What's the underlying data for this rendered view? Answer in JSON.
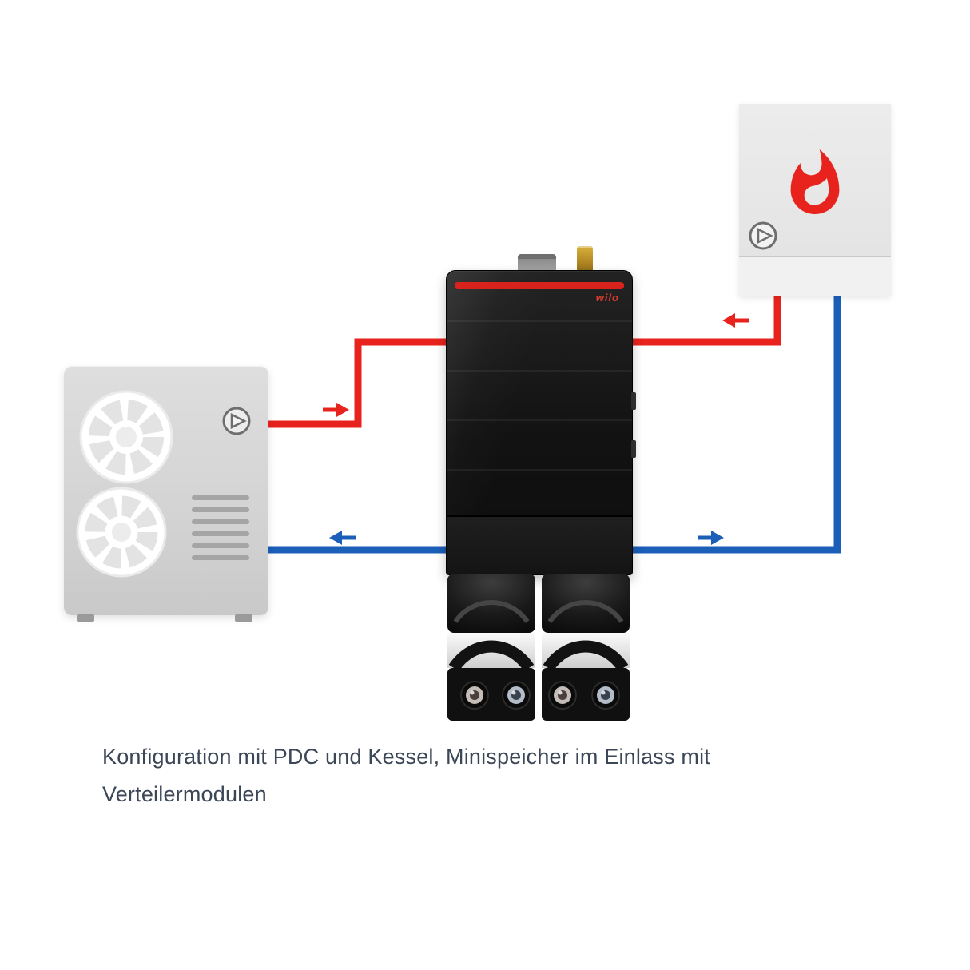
{
  "diagram": {
    "caption": {
      "line1": "Konfiguration mit PDC und Kessel, Minispeicher im Einlass mit",
      "line2": "Verteilermodulen"
    },
    "central_unit": {
      "logo": "wilo"
    },
    "colors": {
      "hot_pipe": "#e8231d",
      "cold_pipe": "#1b5fb8",
      "flame": "#e8231d",
      "caption_text": "#3b4656"
    },
    "components": {
      "heat_pump": "Luft-Wasser Wärmepumpe (PDC)",
      "boiler": "Kessel",
      "central_unit": "Minispeicher mit Verteilermodulen"
    }
  }
}
